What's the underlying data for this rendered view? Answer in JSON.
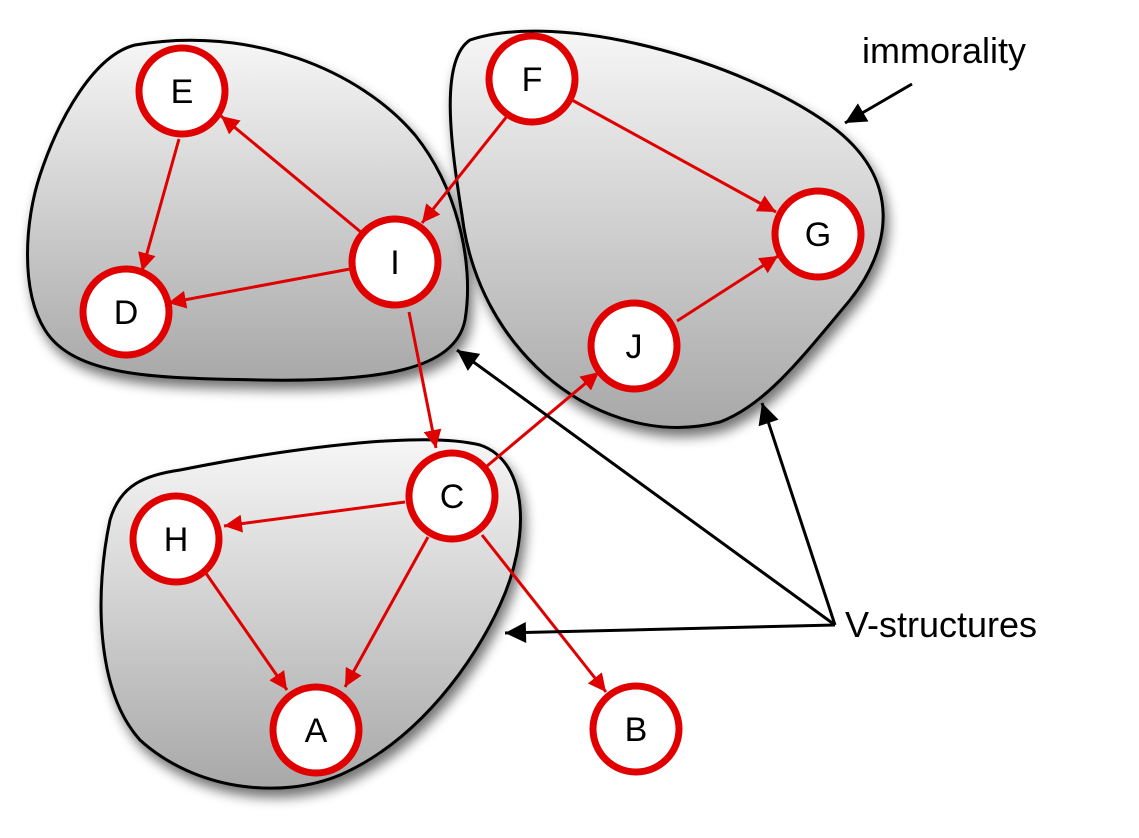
{
  "diagram": {
    "colors": {
      "node_stroke": "#e00000",
      "edge": "#e00000",
      "pointer": "#000000",
      "blob_light": "#f4f4f4",
      "blob_dark": "#a8a8a8"
    },
    "nodes": [
      {
        "id": "E",
        "label": "E"
      },
      {
        "id": "F",
        "label": "F"
      },
      {
        "id": "G",
        "label": "G"
      },
      {
        "id": "I",
        "label": "I"
      },
      {
        "id": "D",
        "label": "D"
      },
      {
        "id": "J",
        "label": "J"
      },
      {
        "id": "C",
        "label": "C"
      },
      {
        "id": "H",
        "label": "H"
      },
      {
        "id": "A",
        "label": "A"
      },
      {
        "id": "B",
        "label": "B"
      }
    ],
    "edges": [
      {
        "from": "E",
        "to": "D"
      },
      {
        "from": "I",
        "to": "E"
      },
      {
        "from": "I",
        "to": "D"
      },
      {
        "from": "F",
        "to": "I"
      },
      {
        "from": "F",
        "to": "G"
      },
      {
        "from": "J",
        "to": "G"
      },
      {
        "from": "I",
        "to": "C"
      },
      {
        "from": "C",
        "to": "J"
      },
      {
        "from": "C",
        "to": "H"
      },
      {
        "from": "C",
        "to": "A"
      },
      {
        "from": "H",
        "to": "A"
      },
      {
        "from": "C",
        "to": "B"
      }
    ],
    "annotations": {
      "immorality": "immorality",
      "v_structures": "V-structures"
    }
  }
}
